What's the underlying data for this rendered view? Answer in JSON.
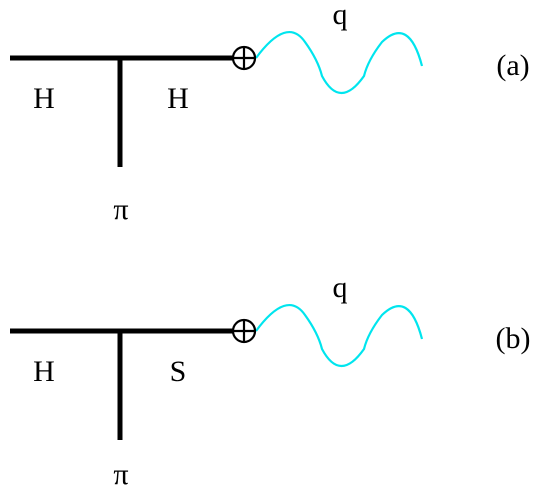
{
  "colors": {
    "line": "#000000",
    "wave": "#00e5ee",
    "background": "#ffffff"
  },
  "diagram_a": {
    "left_leg_label": "H",
    "right_leg_label": "H",
    "bottom_leg_label": "π",
    "wave_label": "q",
    "panel_label": "(a)",
    "vertex_icon": "circled-plus-icon"
  },
  "diagram_b": {
    "left_leg_label": "H",
    "right_leg_label": "S",
    "bottom_leg_label": "π",
    "wave_label": "q",
    "panel_label": "(b)",
    "vertex_icon": "circled-plus-icon"
  }
}
